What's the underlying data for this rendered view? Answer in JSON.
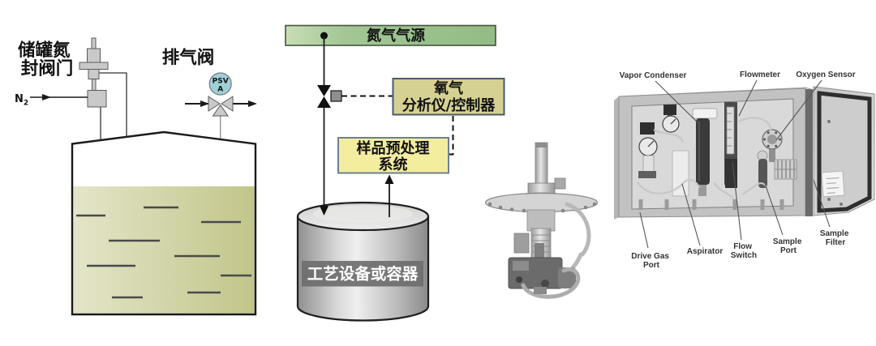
{
  "left_diagram": {
    "blanket_valve_label_line1": "储罐氮",
    "blanket_valve_label_line2": "封阀门",
    "n2_label": "N",
    "n2_subscript": "2",
    "vent_valve_label": "排气阀",
    "psv_tag_line1": "PSV",
    "psv_tag_line2": "A"
  },
  "flow_diagram": {
    "nitrogen_source": "氮气气源",
    "oxygen_analyzer_line1": "氧气",
    "oxygen_analyzer_line2": "分析仪/控制器",
    "sample_system_line1": "样品预处理",
    "sample_system_line2": "系统",
    "process_vessel": "工艺设备或容器"
  },
  "analyzer_photo": {
    "top_labels": [
      "Vapor Condenser",
      "Flowmeter",
      "Oxygen Sensor"
    ],
    "bottom_labels": [
      {
        "line1": "Drive Gas",
        "line2": "Port"
      },
      {
        "line1": "Aspirator",
        "line2": ""
      },
      {
        "line1": "Flow",
        "line2": "Switch"
      },
      {
        "line1": "Sample",
        "line2": "Port"
      },
      {
        "line1": "Sample",
        "line2": "Filter"
      }
    ]
  },
  "colors": {
    "line": "#1a1a1a",
    "symbol_gray": "#c9c9c9",
    "psv_blue": "#9fd0d8",
    "liquid_left": "#e4e5c9",
    "liquid_right": "#c2c58a",
    "source_green": "#a2c794",
    "source_green_light": "#c9ddb6",
    "analyzer_olive": "#d5d192",
    "analyzer_border": "#4a5a6a",
    "sample_yellow": "#f3eda0",
    "sample_border": "#6f7f8f",
    "vessel_band": "#6e6e6e",
    "photo_steel": "#c6c6c6"
  }
}
